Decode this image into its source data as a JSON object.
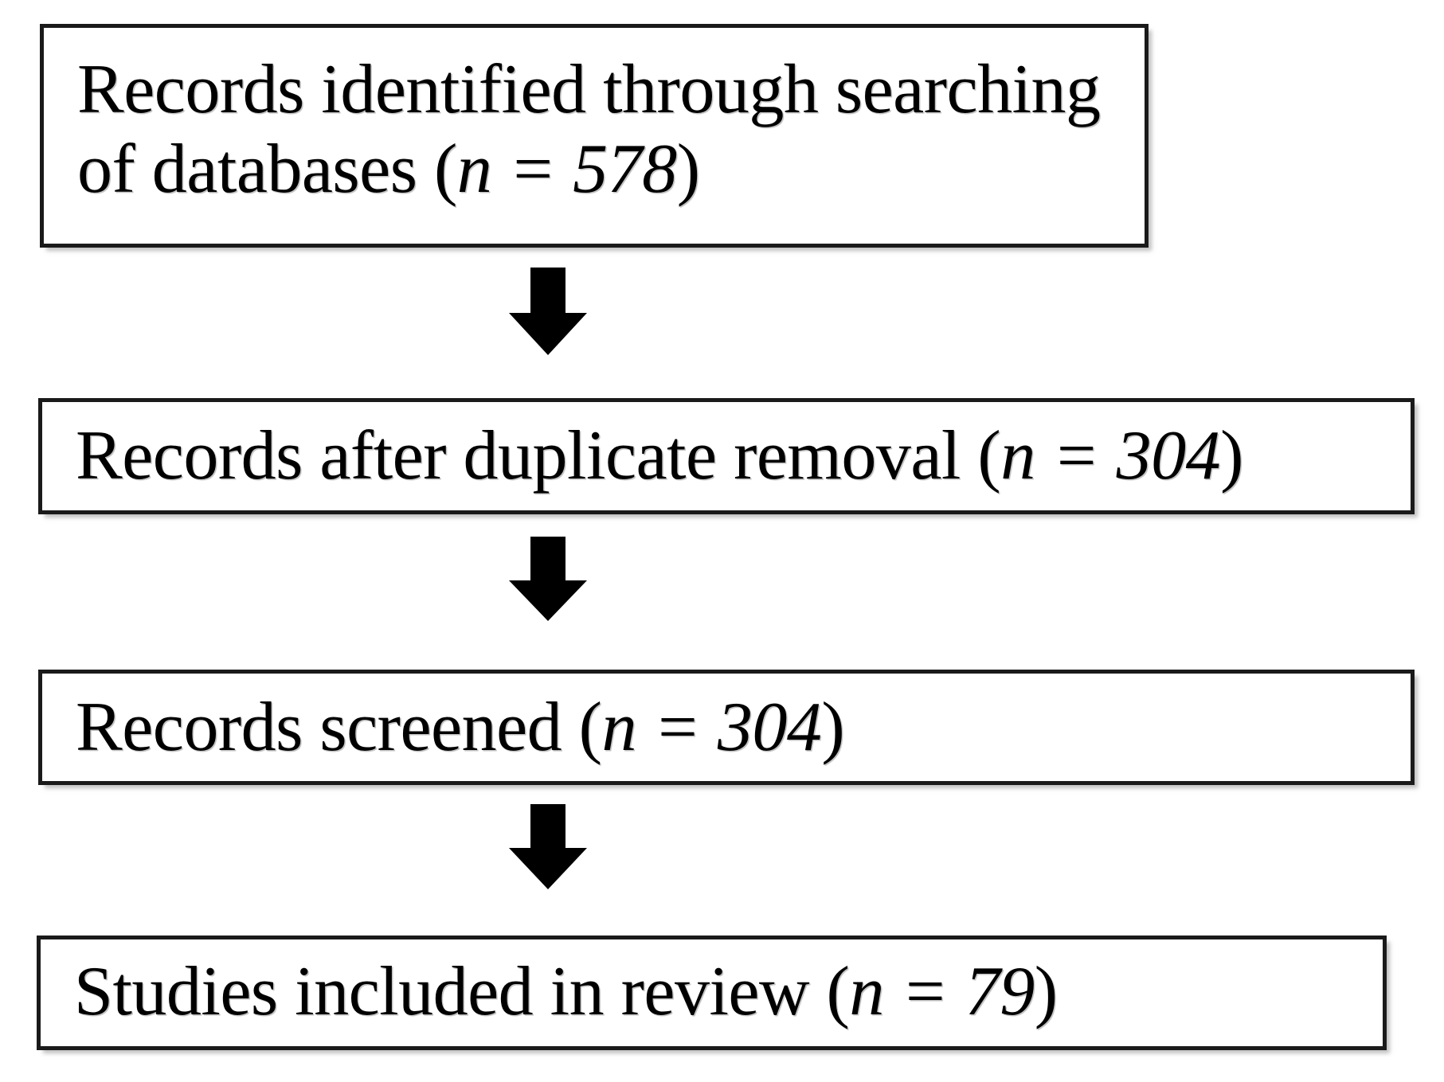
{
  "diagram": {
    "title": "PRISMA study selection flow diagram",
    "orientation": "top-to-bottom",
    "colors": {
      "box_border": "#1a1a1a",
      "box_fill": "#ffffff",
      "text": "#000000",
      "arrow": "#000000",
      "background": "#ffffff"
    },
    "nodes": [
      {
        "id": "records-identified",
        "label_prefix": "Records identified through searching of databases (",
        "count_text": "n = 578",
        "label_suffix": ")",
        "n": 578
      },
      {
        "id": "records-after-duplicate-removal",
        "label_prefix": "Records after duplicate removal (",
        "count_text": "n = 304",
        "label_suffix": ")",
        "n": 304
      },
      {
        "id": "records-screened",
        "label_prefix": "Records screened (",
        "count_text": "n = 304",
        "label_suffix": ")",
        "n": 304
      },
      {
        "id": "studies-included-in-review",
        "label_prefix": "Studies included in review (",
        "count_text": "n = 79",
        "label_suffix": ")",
        "n": 79
      }
    ],
    "arrows": [
      {
        "id": "arrow-1",
        "from": "records-identified",
        "to": "records-after-duplicate-removal",
        "glyph": "down-arrow"
      },
      {
        "id": "arrow-2",
        "from": "records-after-duplicate-removal",
        "to": "records-screened",
        "glyph": "down-arrow"
      },
      {
        "id": "arrow-3",
        "from": "records-screened",
        "to": "studies-included-in-review",
        "glyph": "down-arrow"
      }
    ]
  }
}
